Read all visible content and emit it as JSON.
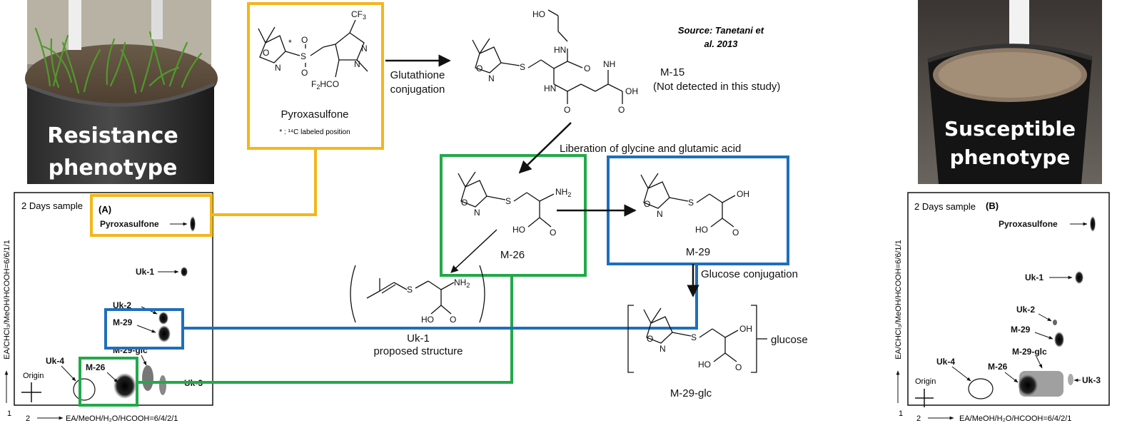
{
  "source": "Source: Tanetani et al. 2013",
  "source_line1": "Source: Tanetani et",
  "source_line2": "al. 2013",
  "photos": {
    "left_line1": "Resistance",
    "left_line2": "phenotype",
    "right_line1": "Susceptible",
    "right_line2": "phenotype"
  },
  "tlc_a": {
    "title": "2 Days sample",
    "panel": "(A)",
    "y_axis": "EA/CHCl₃/MeOH/HCOOH=6/6/1/1",
    "x_axis": "EA/MeOH/H₂O/HCOOH=6/4/2/1",
    "x_dir": "2",
    "y_dir": "1",
    "origin": "Origin",
    "spots": [
      "Pyroxasulfone",
      "Uk-1",
      "Uk-2",
      "M-29",
      "M-29-glc",
      "M-26",
      "Uk-4",
      "Uk-3"
    ]
  },
  "tlc_b": {
    "title": "2 Days sample",
    "panel": "(B)",
    "y_axis": "EA/CHCl₃/MeOH/HCOOH=6/6/1/1",
    "x_axis": "EA/MeOH/H₂O/HCOOH=6/4/2/1",
    "x_dir": "2",
    "y_dir": "1",
    "origin": "Origin",
    "spots": [
      "Pyroxasulfone",
      "Uk-1",
      "Uk-2",
      "M-29",
      "M-29-glc",
      "M-26",
      "Uk-4",
      "Uk-3"
    ]
  },
  "pathway": {
    "pyroxasulfone": "Pyroxasulfone",
    "label_note": "* : ¹⁴C labeled position",
    "step1": "Glutathione",
    "step1b": "conjugation",
    "m15": "M-15",
    "m15_note": "(Not detected in this study)",
    "step2": "Liberation of glycine and glutamic acid",
    "m26": "M-26",
    "m29": "M-29",
    "step3": "Glucose conjugation",
    "m29glc": "M-29-glc",
    "glucose": "glucose",
    "uk1": "Uk-1",
    "uk1_note": "proposed structure"
  },
  "colors": {
    "yellow": "#f3b71b",
    "green": "#22a94a",
    "blue": "#1e6fba"
  },
  "icons": [
    "photo-pot-resistant",
    "photo-pot-susceptible",
    "chemical-structure",
    "tlc-plate"
  ]
}
